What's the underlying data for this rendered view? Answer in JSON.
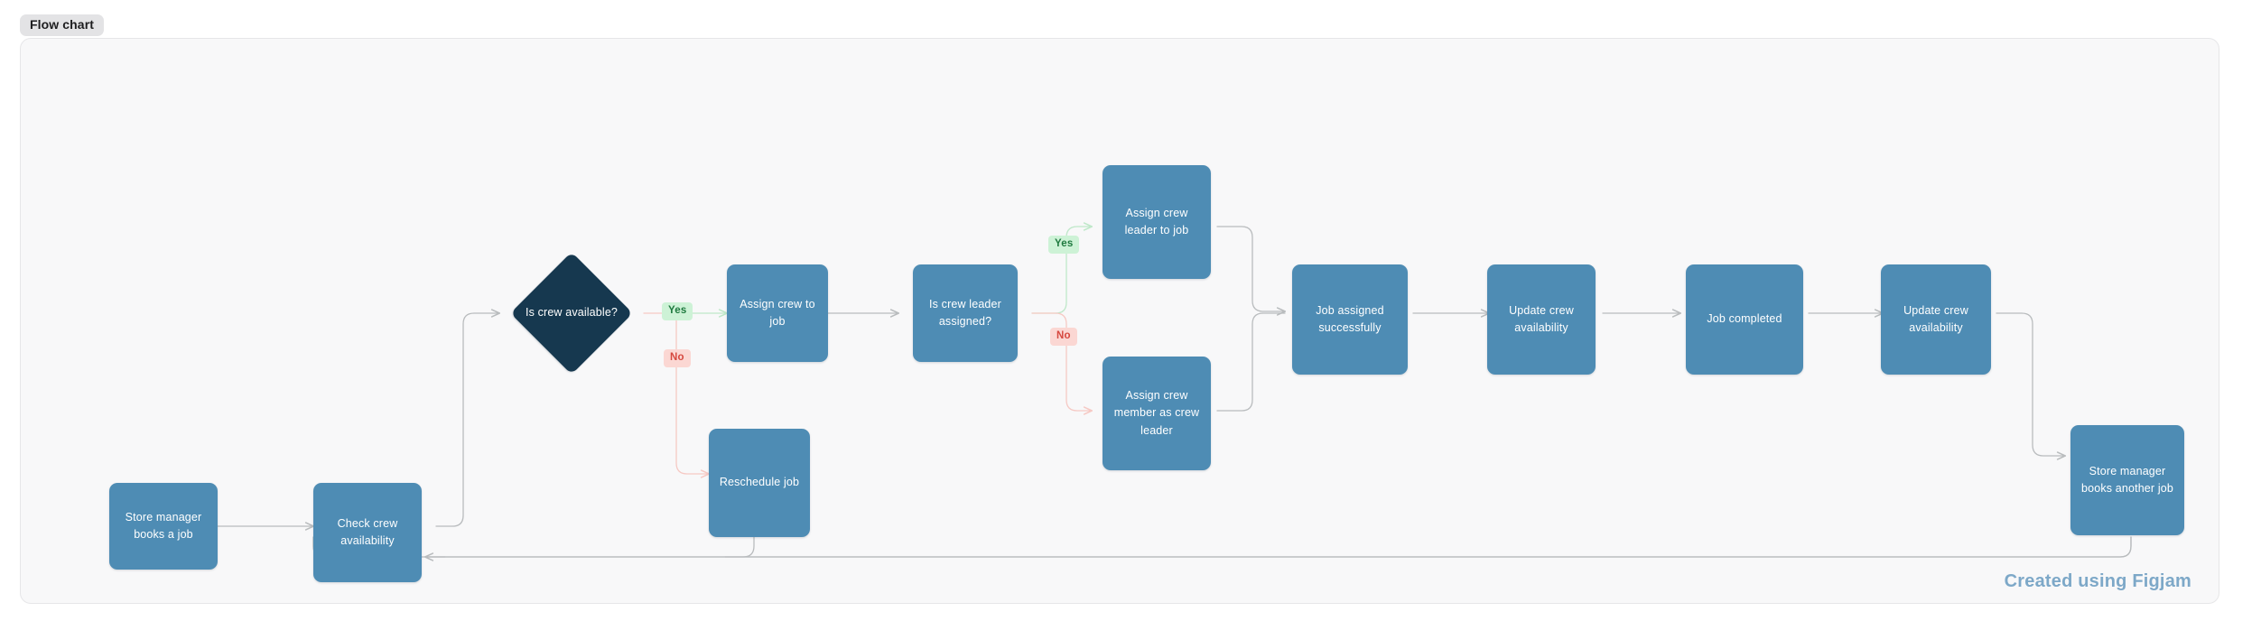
{
  "tab": {
    "label": "Flow chart"
  },
  "footer": {
    "credit": "Created using Figjam"
  },
  "colors": {
    "node_fill": "#4e8cb4",
    "decision_fill": "#16384f",
    "node_text": "#ffffff",
    "canvas_bg": "#f8f8f9",
    "canvas_border": "#e6e6e8",
    "edge_default": "#b9bcbe",
    "edge_yes": "#bfe8c9",
    "edge_no": "#f6c9c4",
    "yes_badge_bg": "#cdf2d6",
    "yes_badge_text": "#1f7a3f",
    "no_badge_bg": "#fbd7d3",
    "no_badge_text": "#d6483f",
    "credit_text": "#7da8c8",
    "tab_bg": "#e3e3e5"
  },
  "chart_data": {
    "type": "diagram",
    "title": "Flow chart",
    "diagram_kind": "flowchart",
    "nodes": [
      {
        "id": "store-manager-books-job",
        "label": "Store manager books a job",
        "shape": "rect"
      },
      {
        "id": "check-crew-availability",
        "label": "Check crew availability",
        "shape": "rect"
      },
      {
        "id": "is-crew-available",
        "label": "Is crew available?",
        "shape": "diamond"
      },
      {
        "id": "assign-crew-to-job",
        "label": "Assign crew to job",
        "shape": "rect"
      },
      {
        "id": "reschedule-job",
        "label": "Reschedule job",
        "shape": "rect"
      },
      {
        "id": "is-crew-leader-assigned",
        "label": "Is crew leader assigned?",
        "shape": "rect"
      },
      {
        "id": "assign-crew-leader-to-job",
        "label": "Assign crew leader to job",
        "shape": "rect"
      },
      {
        "id": "assign-crew-member-as-crew-leader",
        "label": "Assign crew member as crew leader",
        "shape": "rect"
      },
      {
        "id": "job-assigned-successfully",
        "label": "Job assigned successfully",
        "shape": "rect"
      },
      {
        "id": "update-crew-availability-1",
        "label": "Update crew availability",
        "shape": "rect"
      },
      {
        "id": "job-completed",
        "label": "Job completed",
        "shape": "rect"
      },
      {
        "id": "update-crew-availability-2",
        "label": "Update crew availability",
        "shape": "rect"
      },
      {
        "id": "store-manager-books-another-job",
        "label": "Store manager books another job",
        "shape": "rect"
      }
    ],
    "edges": [
      {
        "from": "store-manager-books-job",
        "to": "check-crew-availability",
        "label": ""
      },
      {
        "from": "check-crew-availability",
        "to": "is-crew-available",
        "label": ""
      },
      {
        "from": "is-crew-available",
        "to": "assign-crew-to-job",
        "label": "Yes"
      },
      {
        "from": "is-crew-available",
        "to": "reschedule-job",
        "label": "No"
      },
      {
        "from": "assign-crew-to-job",
        "to": "is-crew-leader-assigned",
        "label": ""
      },
      {
        "from": "is-crew-leader-assigned",
        "to": "assign-crew-leader-to-job",
        "label": "Yes"
      },
      {
        "from": "is-crew-leader-assigned",
        "to": "assign-crew-member-as-crew-leader",
        "label": "No"
      },
      {
        "from": "assign-crew-leader-to-job",
        "to": "job-assigned-successfully",
        "label": ""
      },
      {
        "from": "assign-crew-member-as-crew-leader",
        "to": "job-assigned-successfully",
        "label": ""
      },
      {
        "from": "job-assigned-successfully",
        "to": "update-crew-availability-1",
        "label": ""
      },
      {
        "from": "update-crew-availability-1",
        "to": "job-completed",
        "label": ""
      },
      {
        "from": "job-completed",
        "to": "update-crew-availability-2",
        "label": ""
      },
      {
        "from": "update-crew-availability-2",
        "to": "store-manager-books-another-job",
        "label": ""
      },
      {
        "from": "store-manager-books-another-job",
        "to": "check-crew-availability",
        "label": ""
      },
      {
        "from": "reschedule-job",
        "to": "check-crew-availability",
        "label": ""
      }
    ],
    "edge_labels": {
      "yes": "Yes",
      "no": "No"
    }
  }
}
